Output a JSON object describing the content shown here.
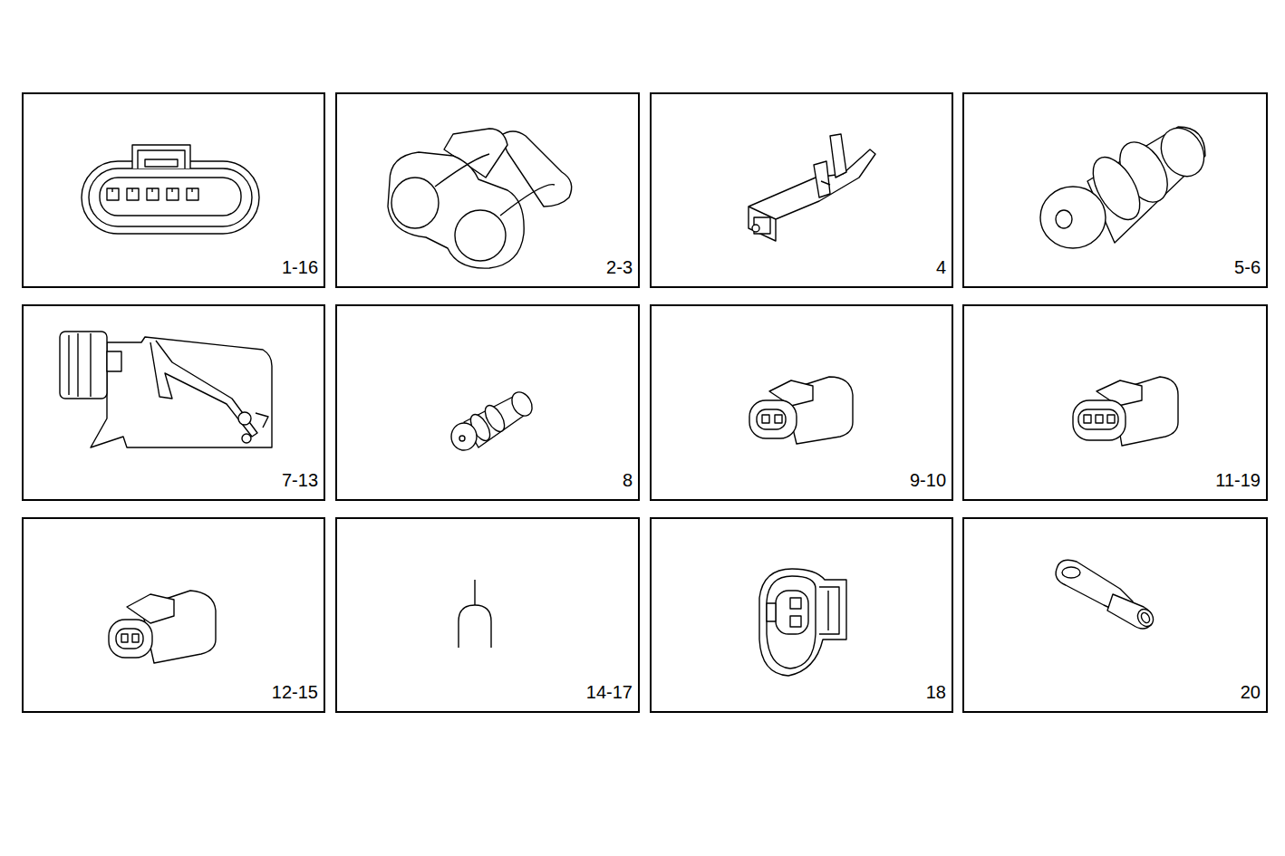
{
  "diagram": {
    "nodes": [
      {
        "text": [
          "1-16"
        ]
      },
      {
        "text": [
          "2-3"
        ]
      },
      {
        "text": [
          "4"
        ]
      },
      {
        "text": [
          "5-6"
        ]
      },
      {
        "text": [
          "7-13"
        ]
      },
      {
        "text": [
          "8"
        ]
      },
      {
        "text": [
          "9-10"
        ]
      },
      {
        "text": [
          "11-19"
        ]
      },
      {
        "text": [
          "12-15"
        ]
      },
      {
        "text": [
          "14-17"
        ]
      },
      {
        "text": [
          "18"
        ]
      },
      {
        "text": [
          "20"
        ]
      }
    ]
  }
}
